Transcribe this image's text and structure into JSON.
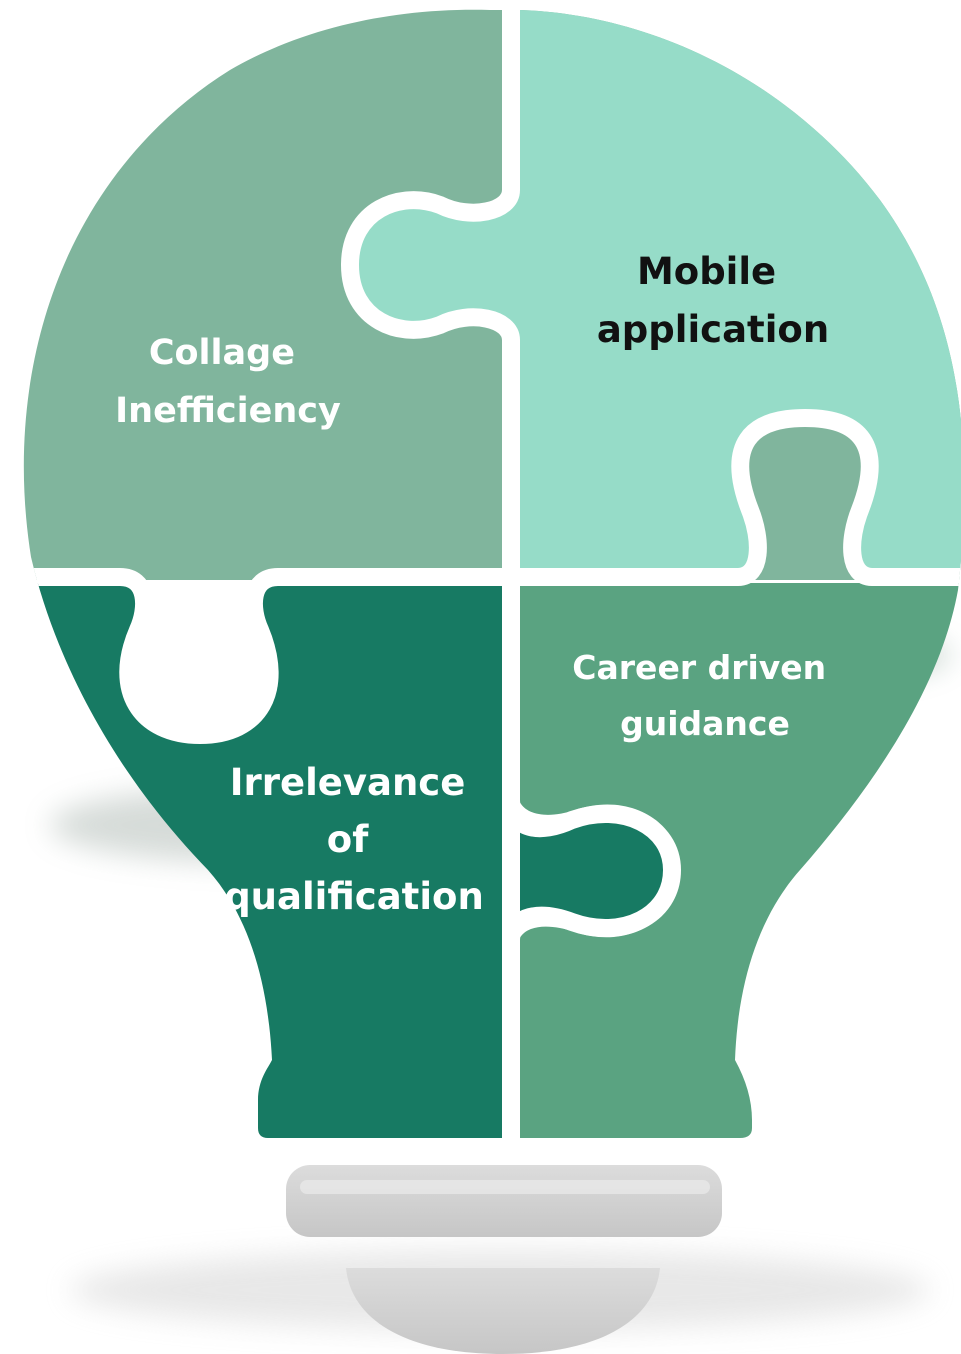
{
  "pieces": {
    "top_left": {
      "lines": [
        "Collage",
        "Inefficiency"
      ],
      "fill": "#80b59d",
      "text_color": "#ffffff"
    },
    "top_right": {
      "lines": [
        "Mobile",
        "application"
      ],
      "fill": "#96dcc8",
      "text_color": "#111111"
    },
    "bottom_left": {
      "lines": [
        "Irrelevance",
        "of",
        "qualification"
      ],
      "fill": "#177a63",
      "text_color": "#ffffff"
    },
    "bottom_right": {
      "lines": [
        "Career driven",
        "guidance"
      ],
      "fill": "#5aa381",
      "text_color": "#ffffff"
    }
  },
  "colors": {
    "separator": "#ffffff",
    "base_top": "#d2d2d2",
    "base_bottom": "#c4c4c4"
  }
}
